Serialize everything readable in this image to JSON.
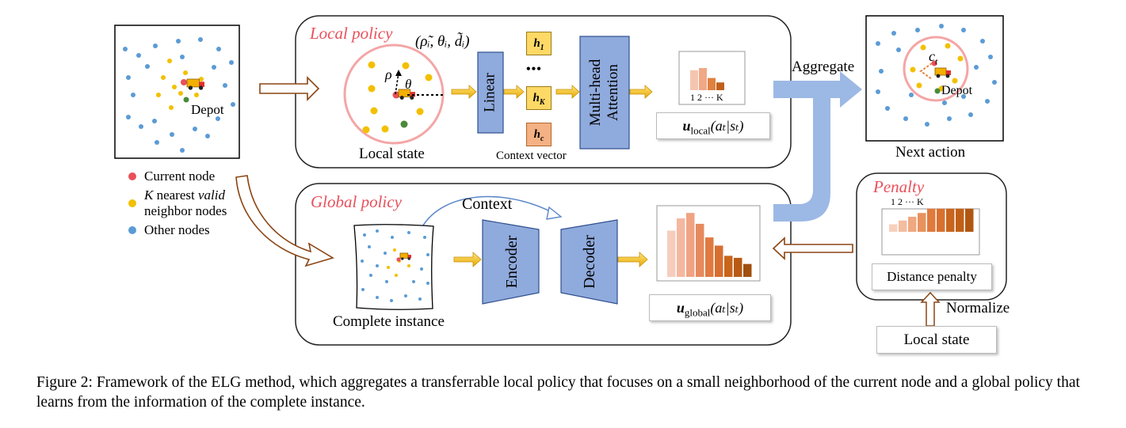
{
  "colors": {
    "red_title": "#e8505b",
    "yellow_node": "#f2c000",
    "blue_node": "#5b9bd5",
    "green_node": "#4a8a3a",
    "red_node": "#e8505b",
    "module_blue": "#8faadc",
    "h_yellow": "#ffd966",
    "h_orange": "#f4b183",
    "arrow_yellow": "#f5c200",
    "aggregate_arrow": "#9cb8e4"
  },
  "local_panel": {
    "title": "Local policy",
    "triplet": "(ρ̃ᵢ, θᵢ, d̃ᵢ)",
    "rho_label": "ρ",
    "theta_label": "θ",
    "state_label": "Local state",
    "linear_label": "Linear",
    "attention_label": "Multi-head Attention",
    "h_labels": [
      "h",
      "h",
      "h"
    ],
    "h_subs": [
      "1",
      "K",
      "c"
    ],
    "ellipsis": "•••",
    "context_vector_label": "Context vector",
    "bar_ticks": "1  2  ··· K",
    "output_label": "u",
    "output_sub": "local",
    "output_args": "(aₜ|sₜ)"
  },
  "global_panel": {
    "title": "Global policy",
    "context_label": "Context",
    "instance_label": "Complete instance",
    "encoder_label": "Encoder",
    "decoder_label": "Decoder",
    "output_label": "u",
    "output_sub": "global",
    "output_args": "(aₜ|sₜ)"
  },
  "left_instance": {
    "depot_label": "Depot"
  },
  "legend": {
    "current_node": "Current node",
    "k_nearest_line1_k": "K",
    "k_nearest_line1_rest": " nearest ",
    "k_nearest_line1_valid": "valid",
    "k_nearest_line2": "neighbor nodes",
    "other_nodes": "Other nodes"
  },
  "aggregate_label": "Aggregate",
  "next_action": {
    "label": "Next action",
    "ct_label": "c",
    "ct_sub": "t",
    "depot_label": "Depot"
  },
  "penalty_panel": {
    "title": "Penalty",
    "bar_ticks": "1  2  ··· K",
    "distance_penalty_label": "Distance penalty",
    "normalize_label": "Normalize",
    "local_state_label": "Local state"
  },
  "chart_data": [
    {
      "type": "bar",
      "name": "local_policy_probs",
      "values": [
        0.9,
        1.0,
        0.55,
        0.35
      ]
    },
    {
      "type": "bar",
      "name": "global_policy_probs",
      "values": [
        0.68,
        0.86,
        0.94,
        0.78,
        0.58,
        0.46,
        0.31,
        0.28,
        0.19
      ]
    },
    {
      "type": "bar",
      "name": "penalty_values",
      "values": [
        0.28,
        0.42,
        0.56,
        0.7,
        0.86,
        0.86,
        0.86,
        0.86,
        0.86
      ]
    }
  ],
  "caption": "Figure 2: Framework of the ELG method, which aggregates a transferrable local policy that focuses on a small neighborhood of the current node and a global policy that learns from the information of the complete instance."
}
